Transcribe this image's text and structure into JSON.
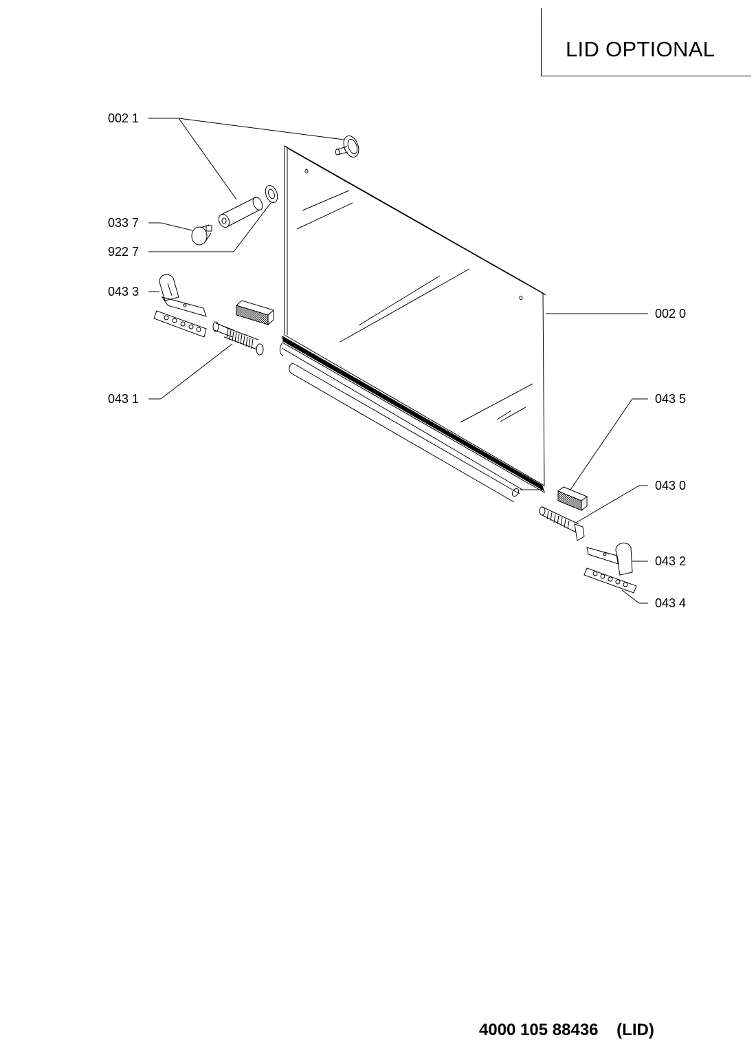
{
  "header": {
    "title": "LID OPTIONAL"
  },
  "callouts": {
    "c0021": "002 1",
    "c0337": "033 7",
    "c9227": "922 7",
    "c0433": "043 3",
    "c0431": "043 1",
    "c0020": "002 0",
    "c0435": "043 5",
    "c0430": "043 0",
    "c0432": "043 2",
    "c0434": "043 4"
  },
  "footer": {
    "doc_number": "4000 105 88436    (LID)"
  }
}
